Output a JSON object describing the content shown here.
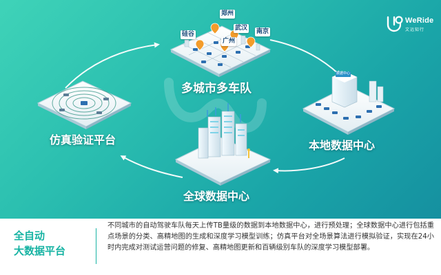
{
  "brand": {
    "name": "WeRide",
    "subtitle": "文远知行"
  },
  "diagram": {
    "nodes": {
      "fleet": "多城市多车队",
      "local_dc": "本地数据中心",
      "global_dc": "全球数据中心",
      "sim": "仿真验证平台"
    },
    "cities": [
      "郑州",
      "武汉",
      "硅谷",
      "南京",
      "广州"
    ],
    "building_sign": "数据中心"
  },
  "footer": {
    "title_line1": "全自动",
    "title_line2": "大数据平台",
    "description": "不同城市的自动驾驶车队每天上传TB量级的数据到本地数据中心，进行预处理；全球数据中心进行包括重点场景的分类、高精地图的生成和深度学习模型训练；仿真平台对全场景算法进行模拟验证，实现在24小时内完成对测试运营问题的修复、高精地图更新和百辆级别车队的深度学习模型部署。"
  },
  "colors": {
    "accent": "#17b3a3",
    "background_top": "#3fd3b8",
    "background_bottom": "#1590a0"
  }
}
